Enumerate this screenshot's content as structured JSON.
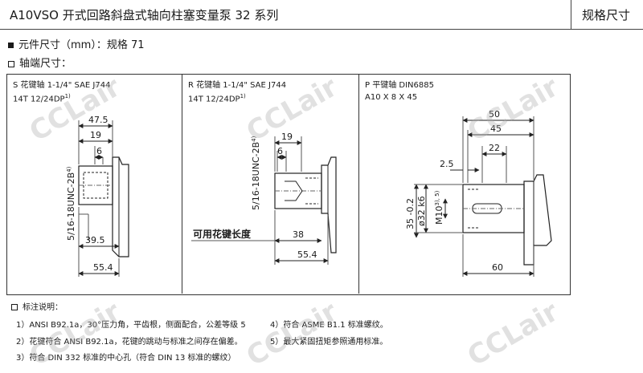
{
  "header": {
    "title": "A10VSO 开式回路斜盘式轴向柱塞变量泵 32 系列",
    "right_label": "规格尺寸"
  },
  "section": {
    "title": "元件尺寸（mm）：规格 71",
    "shaft_title": "轴端尺寸："
  },
  "panels": {
    "s": {
      "line1": "S 花键轴 1-1/4\" SAE J744",
      "line2": "14T 12/24DP",
      "sup": "1)",
      "dims": {
        "d1": "47.5",
        "d2": "19",
        "d3": "6",
        "d4": "39.5",
        "d5": "55.4"
      },
      "thread_label": "5/16-18UNC-2B",
      "thread_sup": "4)"
    },
    "r": {
      "line1": "R 花键轴 1-1/4\" SAE J744",
      "line2": "14T 12/24DP",
      "sup": "1)",
      "dims": {
        "d1": "19",
        "d2": "6",
        "d3": "38",
        "d4": "55.4"
      },
      "thread_label": "5/16-18UNC-2B",
      "thread_sup": "4)",
      "usable_label": "可用花键长度"
    },
    "p": {
      "line1": "P 平键轴 DIN6885",
      "line2": "A10 X 8 X 45",
      "dims": {
        "d1": "50",
        "d2": "45",
        "d3": "22",
        "d4": "2.5",
        "d5": "60",
        "dia": "ø32 k6",
        "thread": "M10",
        "thread_sup": "3), 5)",
        "h": "35 -0.2"
      }
    }
  },
  "notes": {
    "heading": "标注说明：",
    "items": [
      "1）ANSI B92.1a，30°压力角，平齿根，侧面配合，公差等级 5",
      "2）花键符合 ANSI B92.1a，花键的跳动与标准之间存在偏差。",
      "3）符合 DIN 332 标准的中心孔（符合 DIN 13 标准的螺纹）",
      "4）符合 ASME B1.1 标准螺纹。",
      "5）最大紧固扭矩参照通用标准。"
    ]
  },
  "watermark": "CCLair"
}
